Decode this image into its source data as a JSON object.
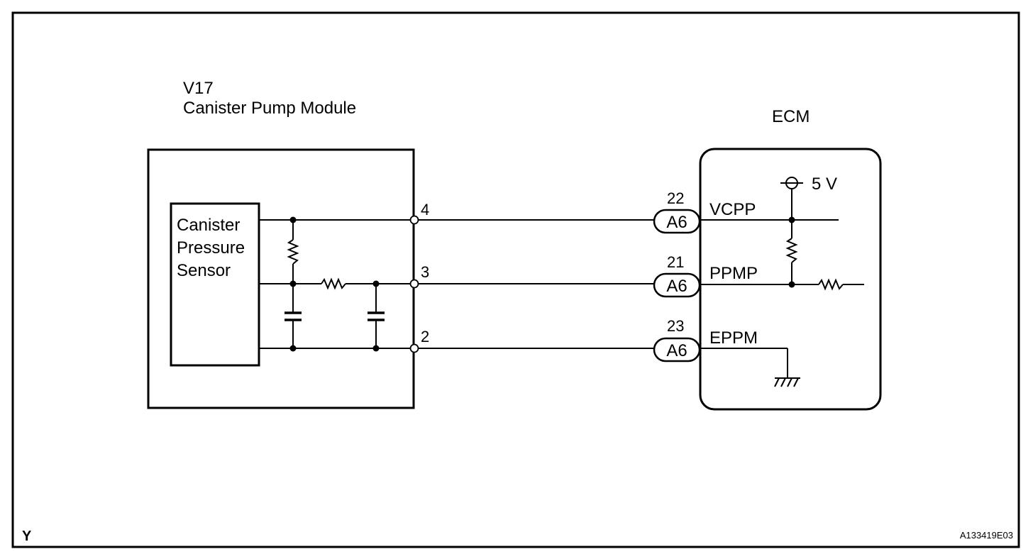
{
  "module": {
    "code": "V17",
    "name": "Canister Pump Module",
    "sensor_lines": [
      "Canister",
      "Pressure",
      "Sensor"
    ],
    "pins": [
      "4",
      "3",
      "2"
    ]
  },
  "ecm": {
    "name": "ECM",
    "supply": "5 V",
    "connectors": [
      {
        "pin": "22",
        "connector": "A6",
        "signal": "VCPP"
      },
      {
        "pin": "21",
        "connector": "A6",
        "signal": "PPMP"
      },
      {
        "pin": "23",
        "connector": "A6",
        "signal": "EPPM"
      }
    ]
  },
  "footer": {
    "corner_mark": "Y",
    "figure_id": "A133419E03"
  }
}
